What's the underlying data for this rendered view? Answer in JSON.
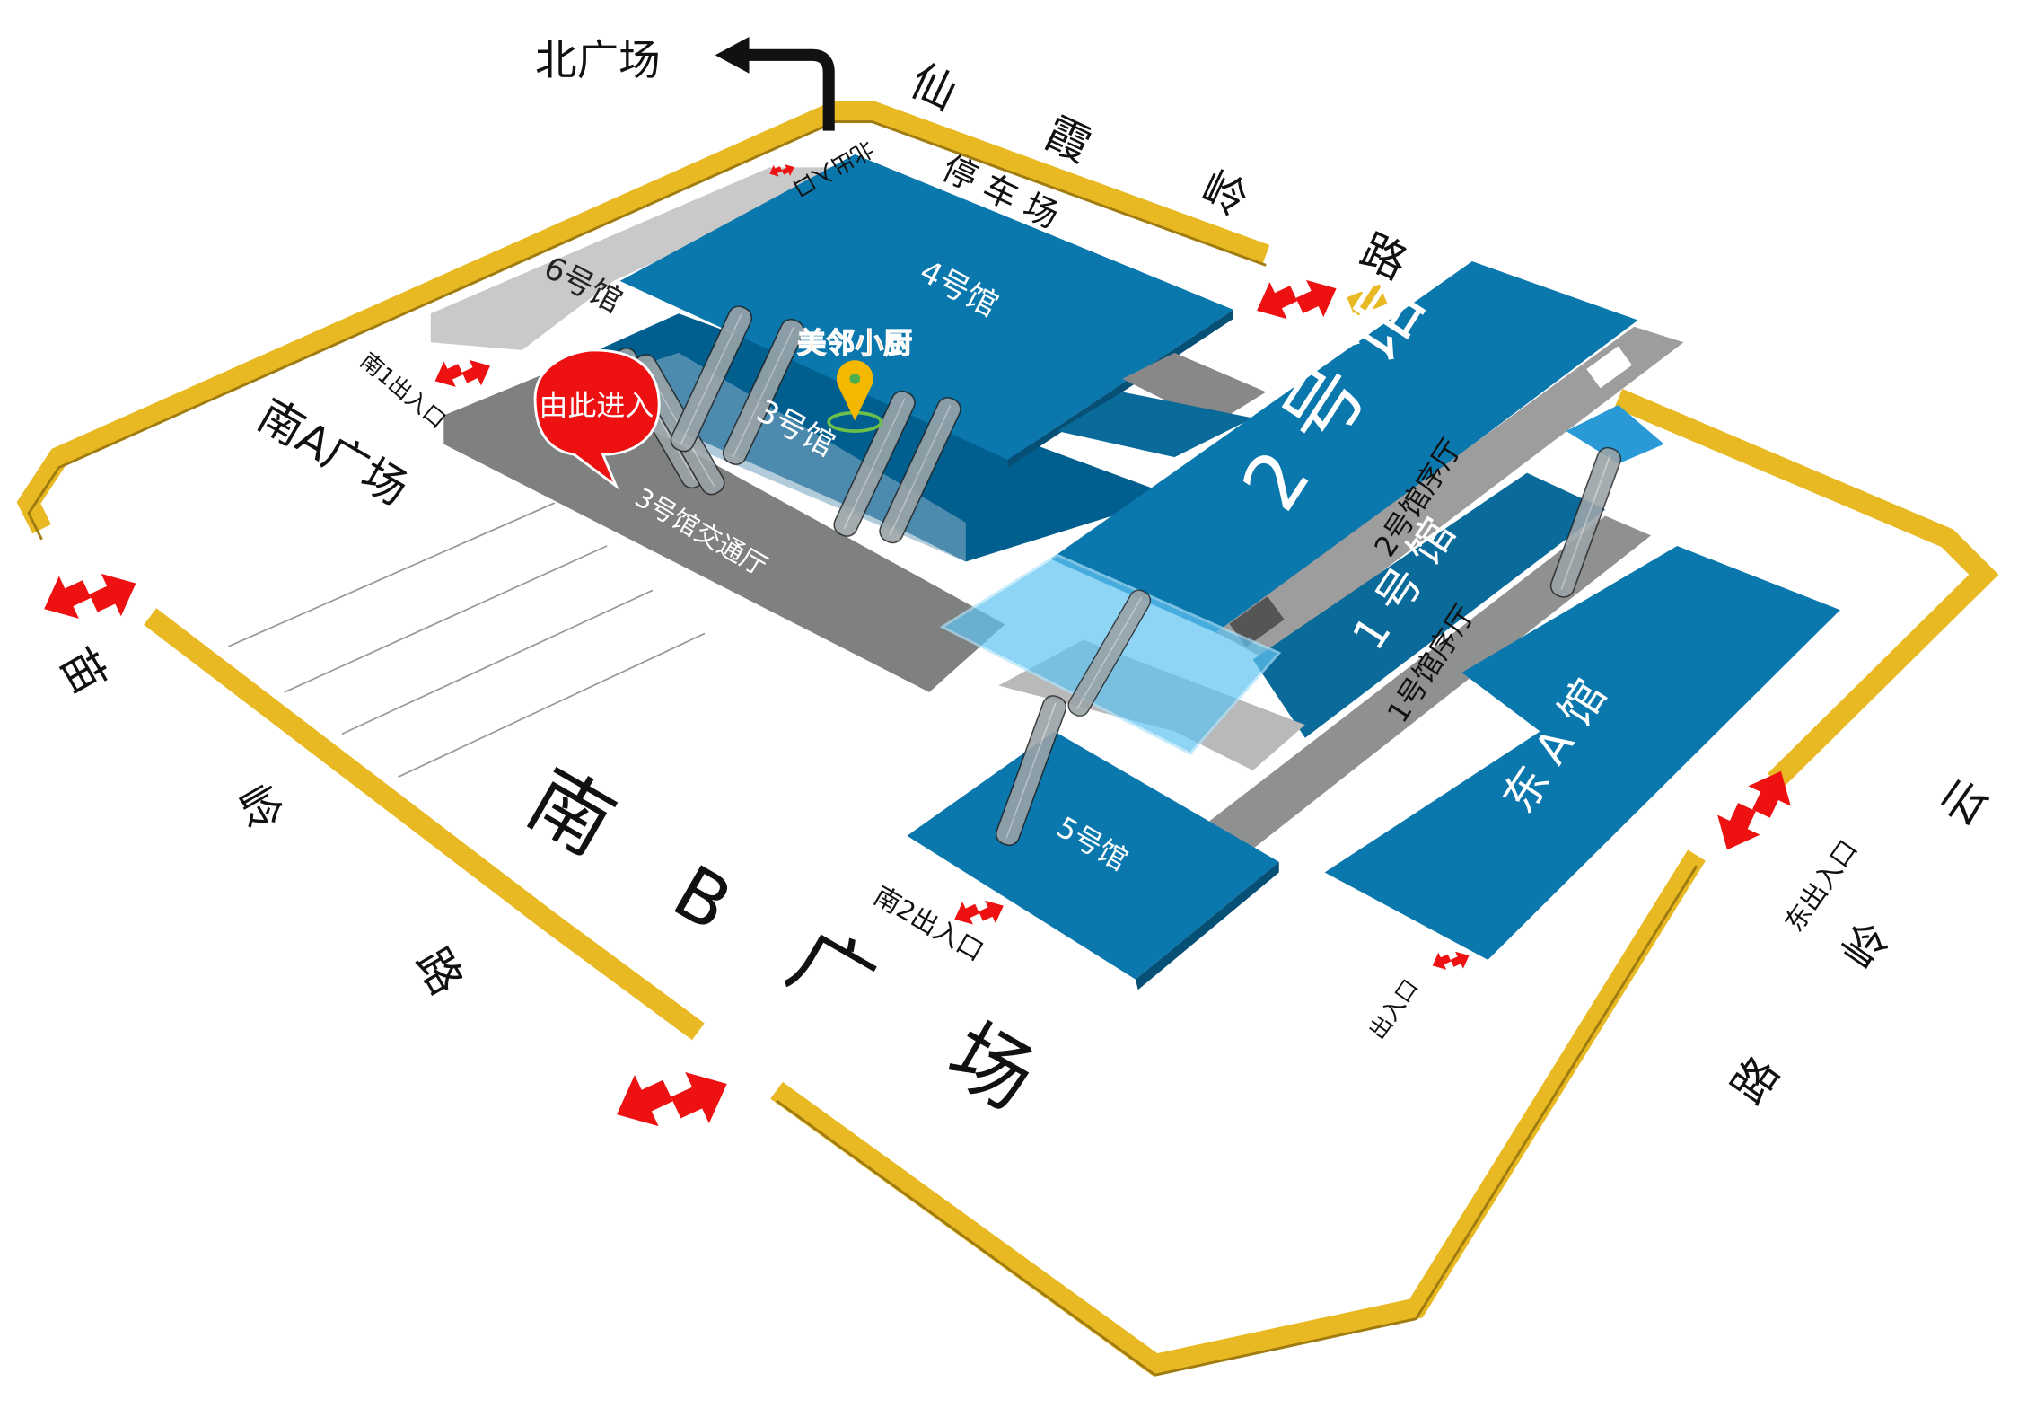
{
  "north_plaza": "北广场",
  "roads": {
    "top": [
      "仙",
      "霞",
      "岭",
      "路"
    ],
    "left": [
      "苗",
      "岭",
      "路"
    ],
    "right": [
      "云",
      "岭",
      "路"
    ]
  },
  "plazas": {
    "south_a": "南A广场",
    "south_b": [
      "南",
      "B",
      "广",
      "场"
    ]
  },
  "parking": "停 车 场",
  "halls": {
    "h1": "1 号 馆",
    "h2": "2 号 馆",
    "h3": "3号馆",
    "h4": "4号馆",
    "h5": "5号馆",
    "h6": "6号馆",
    "east_a": "东 A 馆",
    "h1_lobby": "1号馆序厅",
    "h2_lobby": "2号馆序厅",
    "h3_hall": "3号馆交通厅"
  },
  "entrances": {
    "north": "北出入口",
    "south1": "南1出入口",
    "south2": "南2出入口",
    "east": "东出入口",
    "east_small": "出入口"
  },
  "callout": "由此进入",
  "poi": {
    "name": "美邻小厨"
  },
  "colors": {
    "hall": "#0a77ad",
    "road": "#e8b923",
    "arrow": "#ee1111",
    "poi": "#f08a1c"
  }
}
